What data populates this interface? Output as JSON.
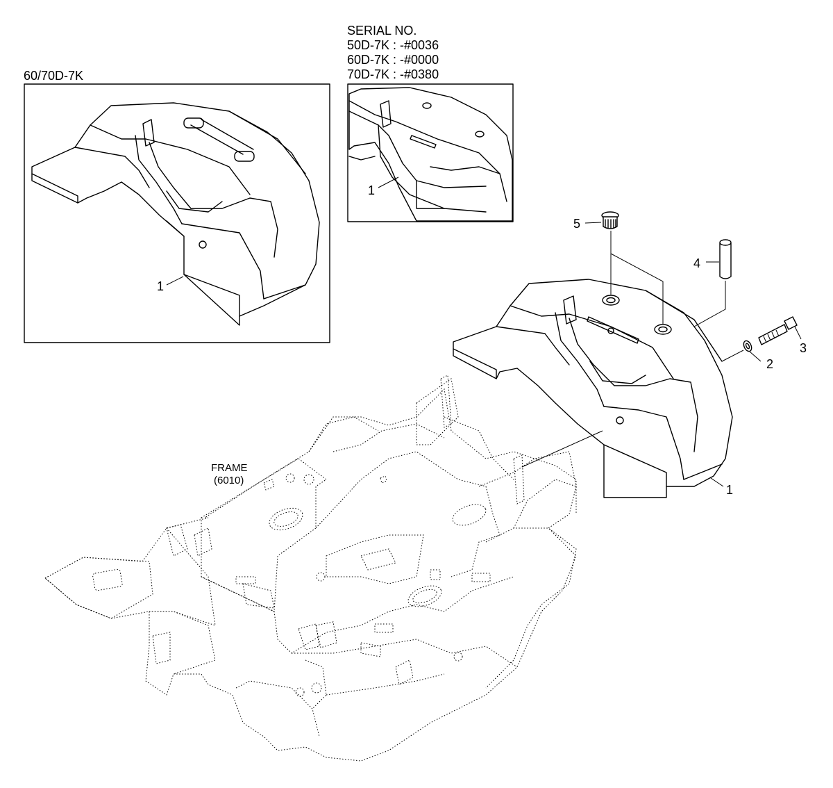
{
  "variant_label": "60/70D-7K",
  "serial": {
    "heading": "SERIAL NO.",
    "lines": [
      "50D-7K : -#0036",
      "60D-7K : -#0000",
      "70D-7K : -#0380"
    ]
  },
  "frame_label": {
    "line1": "FRAME",
    "line2": "(6010)"
  },
  "callouts": {
    "inset_left_1": "1",
    "inset_right_1": "1",
    "main_1": "1",
    "p2": "2",
    "p3": "3",
    "p4": "4",
    "p5": "5"
  }
}
